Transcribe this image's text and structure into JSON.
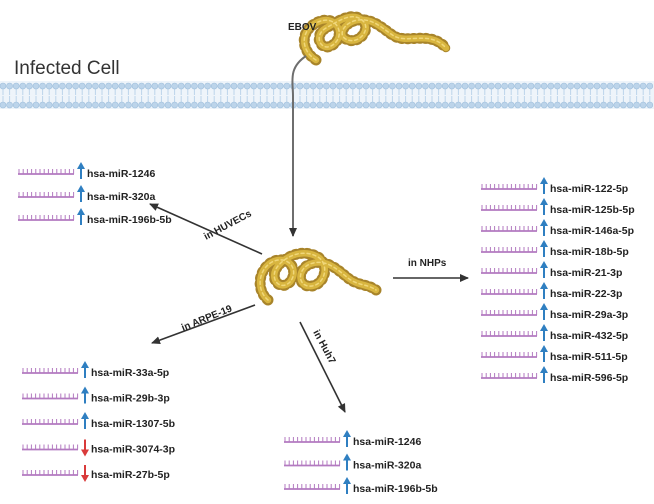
{
  "virus_label": "EBOV",
  "cell_label": "Infected Cell",
  "colors": {
    "membrane": "#bcd4ea",
    "virus": "#d8b53f",
    "virus_dark": "#a8842a",
    "rna": "#b37ac0",
    "up_arrow": "#2f7fc1",
    "down_arrow": "#d93a3a",
    "pathway_arrow": "#333333"
  },
  "groups": [
    {
      "id": "huvecs",
      "label": "in HUVECs",
      "items": [
        {
          "name": "hsa-miR-1246",
          "direction": "up"
        },
        {
          "name": "hsa-miR-320a",
          "direction": "up"
        },
        {
          "name": "hsa-miR-196b-5b",
          "direction": "up"
        }
      ]
    },
    {
      "id": "arpe19",
      "label": "in ARPE-19",
      "items": [
        {
          "name": "hsa-miR-33a-5p",
          "direction": "up"
        },
        {
          "name": "hsa-miR-29b-3p",
          "direction": "up"
        },
        {
          "name": "hsa-miR-1307-5b",
          "direction": "up"
        },
        {
          "name": "hsa-miR-3074-3p",
          "direction": "down"
        },
        {
          "name": "hsa-miR-27b-5p",
          "direction": "down"
        }
      ]
    },
    {
      "id": "huh7",
      "label": "in Huh7",
      "items": [
        {
          "name": "hsa-miR-1246",
          "direction": "up"
        },
        {
          "name": "hsa-miR-320a",
          "direction": "up"
        },
        {
          "name": "hsa-miR-196b-5b",
          "direction": "up"
        }
      ]
    },
    {
      "id": "nhps",
      "label": "in NHPs",
      "items": [
        {
          "name": "hsa-miR-122-5p",
          "direction": "up"
        },
        {
          "name": "hsa-miR-125b-5p",
          "direction": "up"
        },
        {
          "name": "hsa-miR-146a-5p",
          "direction": "up"
        },
        {
          "name": "hsa-miR-18b-5p",
          "direction": "up"
        },
        {
          "name": "hsa-miR-21-3p",
          "direction": "up"
        },
        {
          "name": "hsa-miR-22-3p",
          "direction": "up"
        },
        {
          "name": "hsa-miR-29a-3p",
          "direction": "up"
        },
        {
          "name": "hsa-miR-432-5p",
          "direction": "up"
        },
        {
          "name": "hsa-miR-511-5p",
          "direction": "up"
        },
        {
          "name": "hsa-miR-596-5p",
          "direction": "up"
        }
      ]
    }
  ]
}
